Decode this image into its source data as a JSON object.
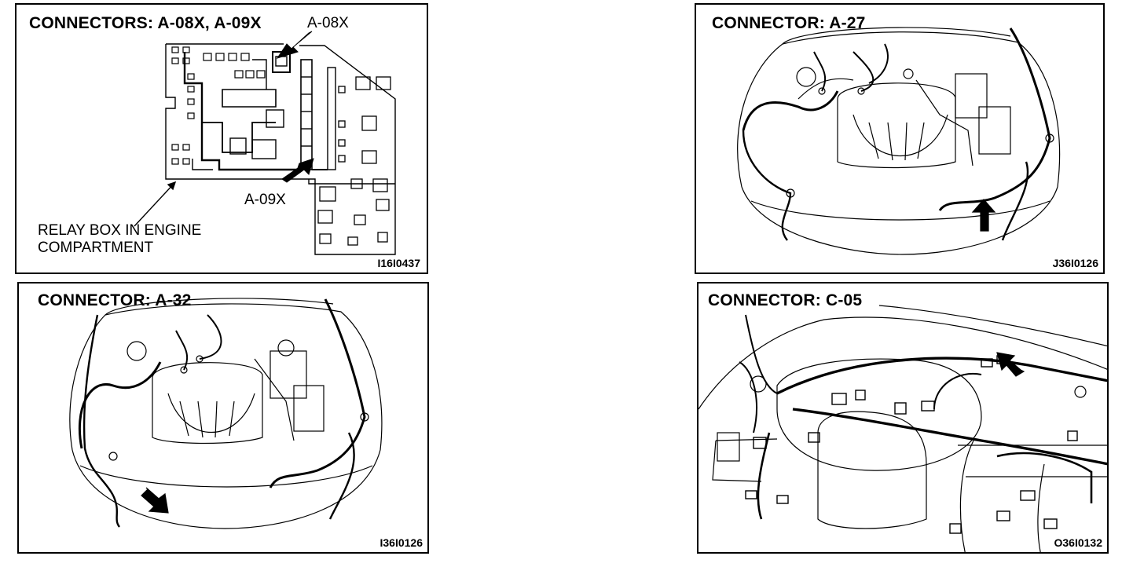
{
  "panels": [
    {
      "title": "CONNECTORS: A-08X, A-09X",
      "callout_a08x": "A-08X",
      "callout_a09x": "A-09X",
      "location_label_1": "RELAY BOX IN ENGINE",
      "location_label_2": "COMPARTMENT",
      "figure_code": "I16I0437"
    },
    {
      "title": "CONNECTOR: A-27",
      "figure_code": "J36I0126"
    },
    {
      "title": "CONNECTOR: A-32",
      "figure_code": "I36I0126"
    },
    {
      "title": "CONNECTOR: C-05",
      "figure_code": "O36I0132"
    }
  ],
  "colors": {
    "line": "#000000",
    "background": "#ffffff"
  }
}
